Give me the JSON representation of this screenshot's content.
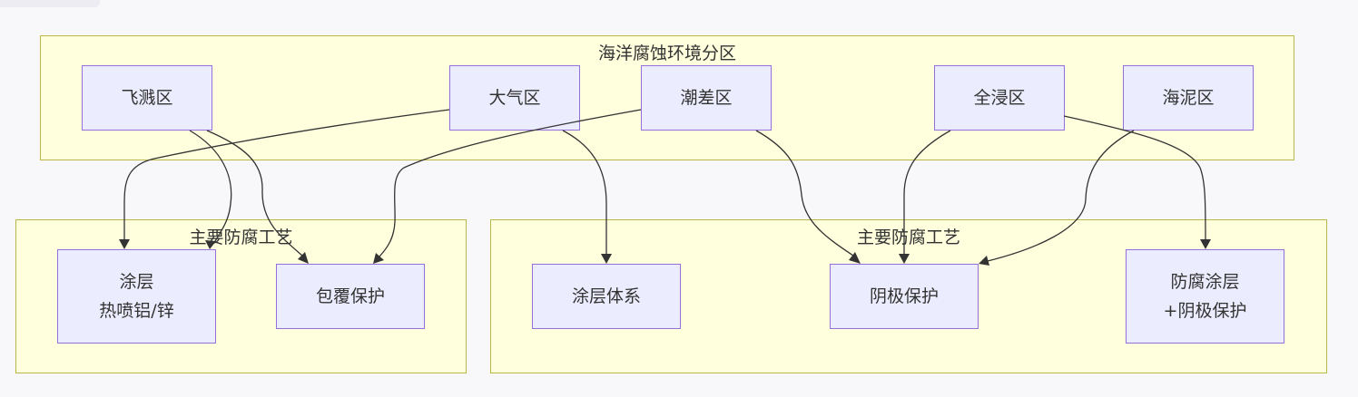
{
  "clusters": {
    "environment": "海洋腐蚀环境分区",
    "process_left": "主要防腐工艺",
    "process_right": "主要防腐工艺"
  },
  "zones": {
    "splash": "飞溅区",
    "atmosphere": "大气区",
    "tidal": "潮差区",
    "immersion": "全浸区",
    "mud": "海泥区"
  },
  "methods": {
    "coating_spray": "涂层\n热喷铝/锌",
    "cladding": "包覆保护",
    "coating_system": "涂层体系",
    "cathodic": "阴极保护",
    "coating_cathodic": "防腐涂层\n+阴极保护"
  },
  "colors": {
    "cluster_fill": "#ffffde",
    "cluster_border": "#b8b84a",
    "node_fill": "#ececff",
    "node_border": "#9370db",
    "edge": "#333333"
  }
}
